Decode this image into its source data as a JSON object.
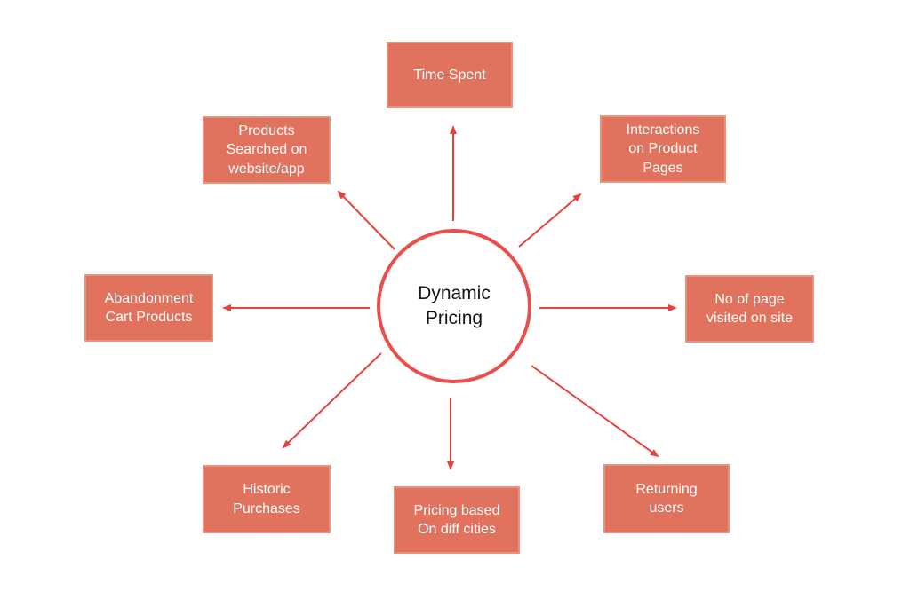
{
  "diagram": {
    "center": {
      "label": "Dynamic\nPricing"
    },
    "nodes": [
      {
        "id": "time-spent",
        "label": "Time Spent"
      },
      {
        "id": "products-searched",
        "label": "Products\nSearched on\nwebsite/app"
      },
      {
        "id": "interactions-product-pages",
        "label": "Interactions\non Product\nPages"
      },
      {
        "id": "abandonment-cart-products",
        "label": "Abandonment\nCart Products"
      },
      {
        "id": "pages-visited-on-site",
        "label": "No of page\nvisited on site"
      },
      {
        "id": "historic-purchases",
        "label": "Historic\nPurchases"
      },
      {
        "id": "pricing-diff-cities",
        "label": "Pricing based\nOn diff cities"
      },
      {
        "id": "returning-users",
        "label": "Returning\nusers"
      }
    ],
    "colors": {
      "node_fill": "#E0725E",
      "node_border": "#E8937F",
      "node_text": "#FFFFFF",
      "accent": "#E8413C",
      "circle_border": "#E9504D",
      "center_text": "#161616",
      "background": "#FFFFFF"
    }
  }
}
